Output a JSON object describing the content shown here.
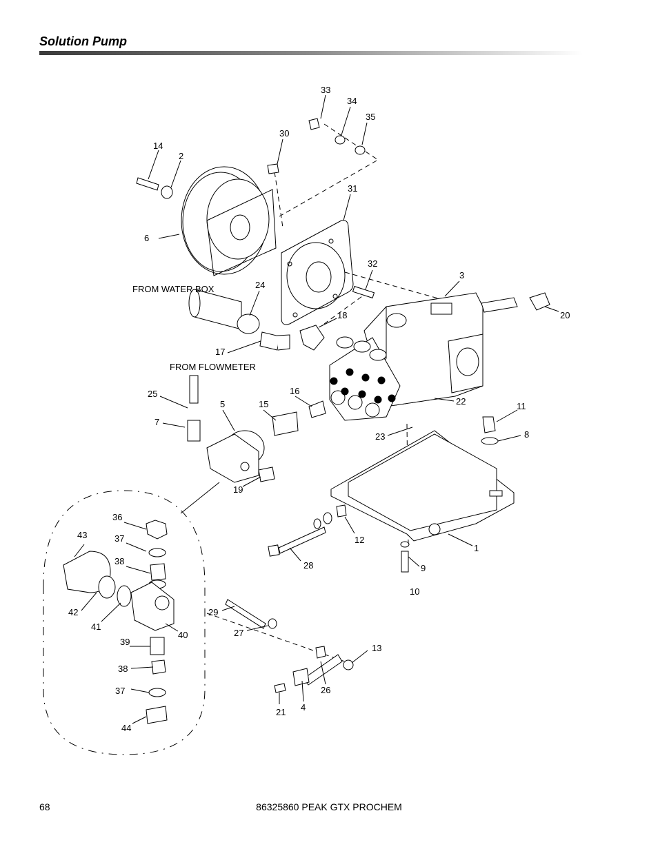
{
  "header": {
    "title": "Solution Pump"
  },
  "diagram": {
    "callouts": [
      {
        "id": "c33",
        "text": "33"
      },
      {
        "id": "c34",
        "text": "34"
      },
      {
        "id": "c35",
        "text": "35"
      },
      {
        "id": "c30",
        "text": "30"
      },
      {
        "id": "c14",
        "text": "14"
      },
      {
        "id": "c2",
        "text": "2"
      },
      {
        "id": "c31",
        "text": "31"
      },
      {
        "id": "c6",
        "text": "6"
      },
      {
        "id": "c32",
        "text": "32"
      },
      {
        "id": "c3",
        "text": "3"
      },
      {
        "id": "c24",
        "text": "24"
      },
      {
        "id": "c18",
        "text": "18"
      },
      {
        "id": "c20",
        "text": "20"
      },
      {
        "id": "c17",
        "text": "17"
      },
      {
        "id": "c25",
        "text": "25"
      },
      {
        "id": "c5",
        "text": "5"
      },
      {
        "id": "c15",
        "text": "15"
      },
      {
        "id": "c16",
        "text": "16"
      },
      {
        "id": "c22",
        "text": "22"
      },
      {
        "id": "c11",
        "text": "11"
      },
      {
        "id": "c7",
        "text": "7"
      },
      {
        "id": "c8",
        "text": "8"
      },
      {
        "id": "c23",
        "text": "23"
      },
      {
        "id": "c19",
        "text": "19"
      },
      {
        "id": "c36",
        "text": "36"
      },
      {
        "id": "c43",
        "text": "43"
      },
      {
        "id": "c37a",
        "text": "37"
      },
      {
        "id": "c12",
        "text": "12"
      },
      {
        "id": "c1",
        "text": "1"
      },
      {
        "id": "c38a",
        "text": "38"
      },
      {
        "id": "c28",
        "text": "28"
      },
      {
        "id": "c9",
        "text": "9"
      },
      {
        "id": "c10",
        "text": "10"
      },
      {
        "id": "c42",
        "text": "42"
      },
      {
        "id": "c29",
        "text": "29"
      },
      {
        "id": "c41",
        "text": "41"
      },
      {
        "id": "c40",
        "text": "40"
      },
      {
        "id": "c27",
        "text": "27"
      },
      {
        "id": "c39",
        "text": "39"
      },
      {
        "id": "c13",
        "text": "13"
      },
      {
        "id": "c38b",
        "text": "38"
      },
      {
        "id": "c26",
        "text": "26"
      },
      {
        "id": "c37b",
        "text": "37"
      },
      {
        "id": "c4",
        "text": "4"
      },
      {
        "id": "c21",
        "text": "21"
      },
      {
        "id": "c44",
        "text": "44"
      }
    ],
    "labels": {
      "water_box": "FROM WATER BOX",
      "flowmeter": "FROM FLOWMETER"
    }
  },
  "footer": {
    "page_number": "68",
    "doc_title": "86325860 PEAK GTX PROCHEM"
  }
}
